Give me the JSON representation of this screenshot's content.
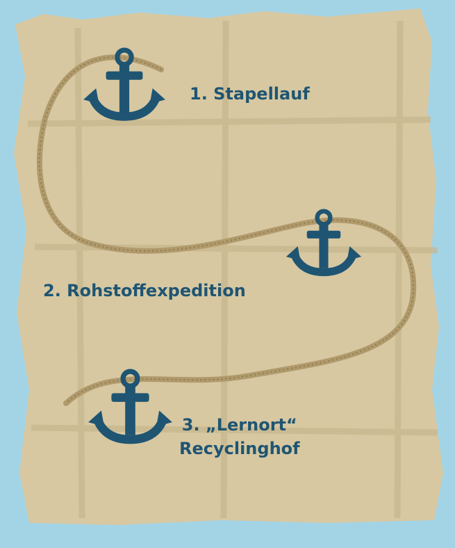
{
  "map": {
    "steps": [
      {
        "label": "1. Stapellauf"
      },
      {
        "label": "2. Rohstoffexpedition"
      },
      {
        "line1": "3. „Lernort“",
        "line2": "Recyclinghof"
      }
    ]
  },
  "colors": {
    "background": "#a3d4e6",
    "parchment": "#d7c8a2",
    "grid": "#bfa97c",
    "rope": "#b09a6c",
    "anchor": "#1f5572"
  },
  "icons": [
    "anchor-icon",
    "anchor-icon",
    "anchor-icon"
  ]
}
